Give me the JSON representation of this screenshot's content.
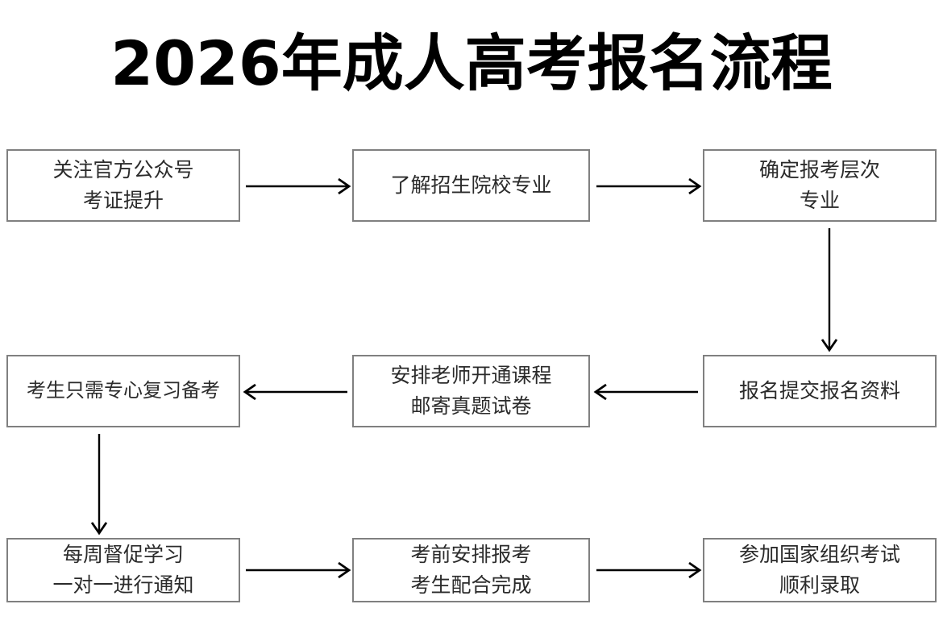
{
  "page": {
    "title": "2026年成人高考报名流程",
    "background_color": "#ffffff",
    "box_border_color": "#808080",
    "box_text_color": "#2b2b2b",
    "arrow_color": "#000000",
    "title_color": "#000000"
  },
  "chart_data": {
    "type": "diagram",
    "diagram_type": "flowchart",
    "title": "2026年成人高考报名流程",
    "layout": "3 columns × 3 rows, serpentine (boustrophedon) flow",
    "nodes": [
      {
        "id": "n1",
        "order": 1,
        "row": 1,
        "col": 1,
        "lines": [
          "关注官方公众号",
          "考证提升"
        ]
      },
      {
        "id": "n2",
        "order": 2,
        "row": 1,
        "col": 2,
        "lines": [
          "了解招生院校专业"
        ]
      },
      {
        "id": "n3",
        "order": 3,
        "row": 1,
        "col": 3,
        "lines": [
          "确定报考层次",
          "专业"
        ]
      },
      {
        "id": "n4",
        "order": 4,
        "row": 2,
        "col": 3,
        "lines": [
          "报名提交报名资料"
        ]
      },
      {
        "id": "n5",
        "order": 5,
        "row": 2,
        "col": 2,
        "lines": [
          "安排老师开通课程",
          "邮寄真题试卷"
        ]
      },
      {
        "id": "n6",
        "order": 6,
        "row": 2,
        "col": 1,
        "lines": [
          "考生只需专心复习备考"
        ]
      },
      {
        "id": "n7",
        "order": 7,
        "row": 3,
        "col": 1,
        "lines": [
          "每周督促学习",
          "一对一进行通知"
        ]
      },
      {
        "id": "n8",
        "order": 8,
        "row": 3,
        "col": 2,
        "lines": [
          "考前安排报考",
          "考生配合完成"
        ]
      },
      {
        "id": "n9",
        "order": 9,
        "row": 3,
        "col": 3,
        "lines": [
          "参加国家组织考试",
          "顺利录取"
        ]
      }
    ],
    "edges": [
      {
        "from": "n1",
        "to": "n2",
        "direction": "right"
      },
      {
        "from": "n2",
        "to": "n3",
        "direction": "right"
      },
      {
        "from": "n3",
        "to": "n4",
        "direction": "down"
      },
      {
        "from": "n4",
        "to": "n5",
        "direction": "left"
      },
      {
        "from": "n5",
        "to": "n6",
        "direction": "left"
      },
      {
        "from": "n6",
        "to": "n7",
        "direction": "down"
      },
      {
        "from": "n7",
        "to": "n8",
        "direction": "right"
      },
      {
        "from": "n8",
        "to": "n9",
        "direction": "right"
      }
    ]
  },
  "nodes": {
    "n1": {
      "line1": "关注官方公众号",
      "line2": "考证提升"
    },
    "n2": {
      "line1": "了解招生院校专业"
    },
    "n3": {
      "line1": "确定报考层次",
      "line2": "专业"
    },
    "n4": {
      "line1": "报名提交报名资料"
    },
    "n5": {
      "line1": "安排老师开通课程",
      "line2": "邮寄真题试卷"
    },
    "n6": {
      "line1": "考生只需专心复习备考"
    },
    "n7": {
      "line1": "每周督促学习",
      "line2": "一对一进行通知"
    },
    "n8": {
      "line1": "考前安排报考",
      "line2": "考生配合完成"
    },
    "n9": {
      "line1": "参加国家组织考试",
      "line2": "顺利录取"
    }
  }
}
